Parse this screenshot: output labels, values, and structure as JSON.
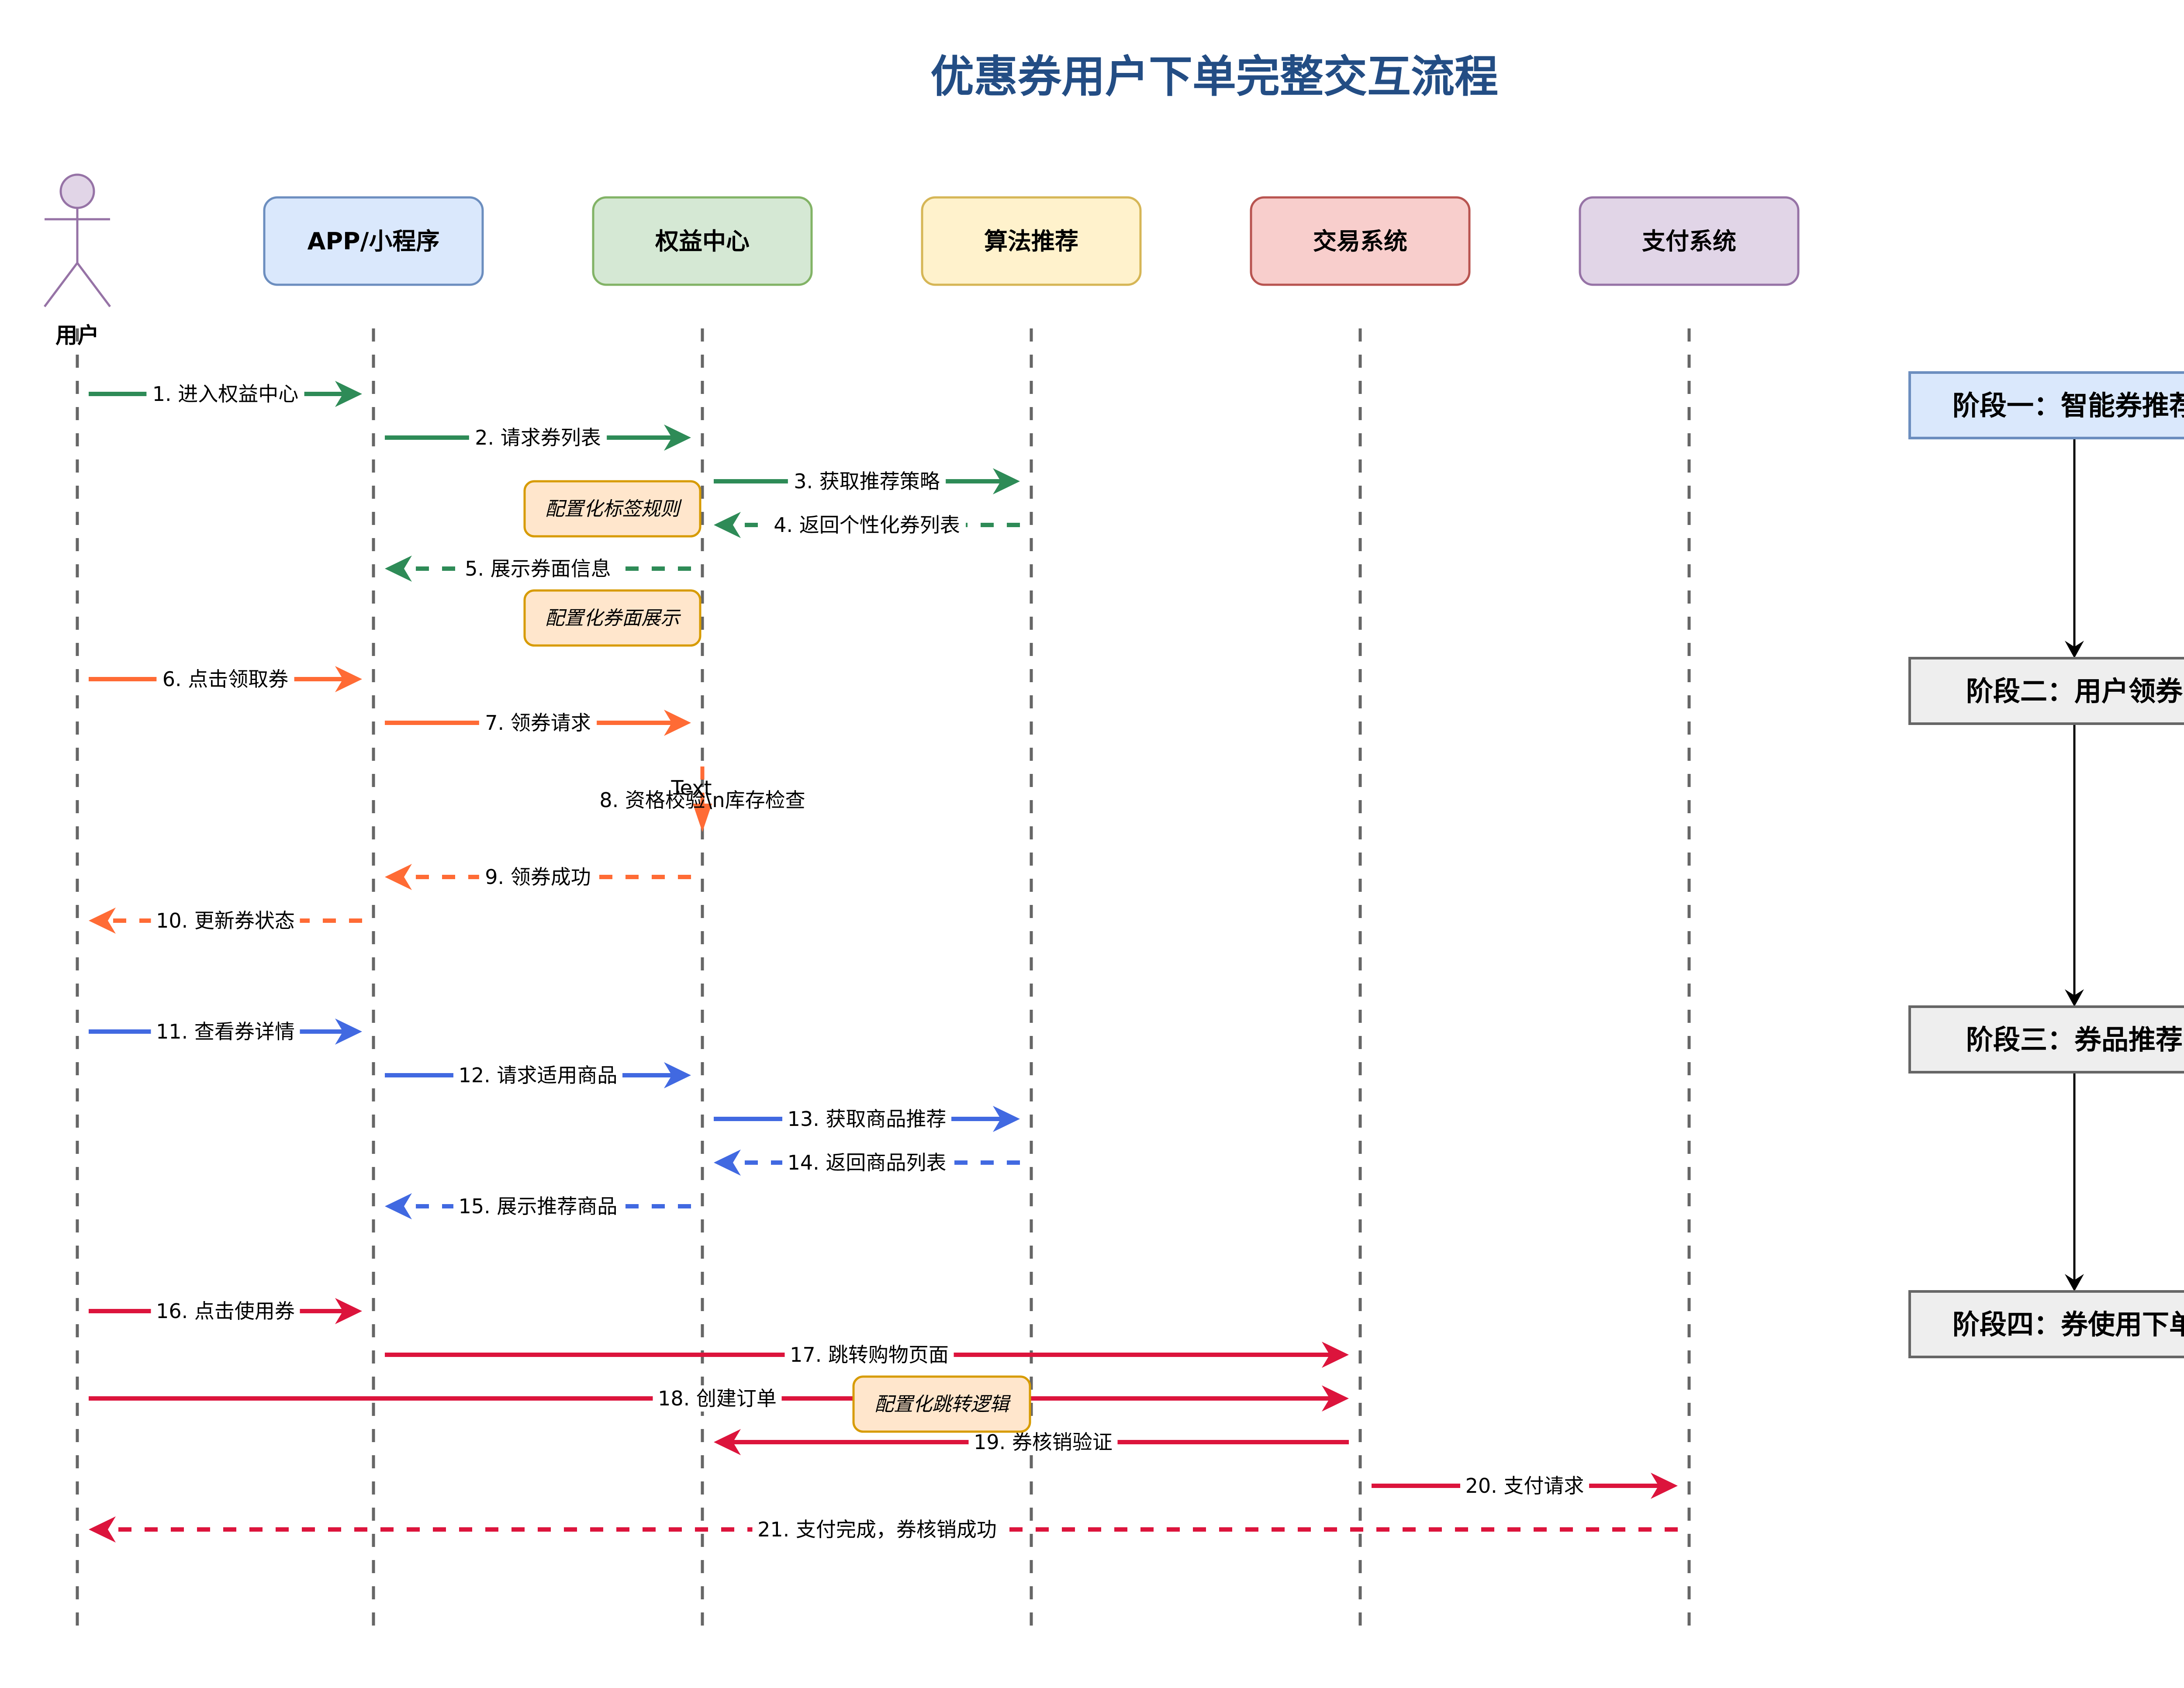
{
  "title": "优惠券用户下单完整交互流程",
  "actor": {
    "label": "用户",
    "fill": "#E1D5E7",
    "stroke": "#9673A6"
  },
  "participants": [
    {
      "label": "APP/小程序",
      "fill": "#DAE8FC",
      "stroke": "#6C8EBF"
    },
    {
      "label": "权益中心",
      "fill": "#D5E8D4",
      "stroke": "#82B366"
    },
    {
      "label": "算法推荐",
      "fill": "#FFF2CC",
      "stroke": "#D6B656"
    },
    {
      "label": "交易系统",
      "fill": "#F8CECC",
      "stroke": "#B85450"
    },
    {
      "label": "支付系统",
      "fill": "#E1D5E7",
      "stroke": "#9673A6"
    }
  ],
  "lifeline_color": "#666666",
  "phase_colors": {
    "green": "#2E8B57",
    "orange": "#FF6B35",
    "blue": "#4169E1",
    "red": "#DC143C"
  },
  "messages": [
    {
      "step": 1,
      "label": "1. 进入权益中心",
      "from": 0,
      "to": 1,
      "dashed": false,
      "color": "green"
    },
    {
      "step": 2,
      "label": "2. 请求券列表",
      "from": 1,
      "to": 2,
      "dashed": false,
      "color": "green"
    },
    {
      "step": 3,
      "label": "3. 获取推荐策略",
      "from": 2,
      "to": 3,
      "dashed": false,
      "color": "green"
    },
    {
      "step": 4,
      "label": "4. 返回个性化券列表",
      "from": 3,
      "to": 2,
      "dashed": true,
      "color": "green"
    },
    {
      "step": 5,
      "label": "5. 展示券面信息",
      "from": 2,
      "to": 1,
      "dashed": true,
      "color": "green"
    },
    {
      "step": 6,
      "label": "6. 点击领取券",
      "from": 0,
      "to": 1,
      "dashed": false,
      "color": "orange"
    },
    {
      "step": 7,
      "label": "7. 领券请求",
      "from": 1,
      "to": 2,
      "dashed": false,
      "color": "orange"
    },
    {
      "step": 8,
      "label": "8. 资格校验\\n库存检查",
      "from": 2,
      "to": 2,
      "dashed": true,
      "color": "orange",
      "self": true
    },
    {
      "step": 9,
      "label": "9. 领券成功",
      "from": 2,
      "to": 1,
      "dashed": true,
      "color": "orange"
    },
    {
      "step": 10,
      "label": "10. 更新券状态",
      "from": 1,
      "to": 0,
      "dashed": true,
      "color": "orange"
    },
    {
      "step": 11,
      "label": "11. 查看券详情",
      "from": 0,
      "to": 1,
      "dashed": false,
      "color": "blue"
    },
    {
      "step": 12,
      "label": "12. 请求适用商品",
      "from": 1,
      "to": 2,
      "dashed": false,
      "color": "blue"
    },
    {
      "step": 13,
      "label": "13. 获取商品推荐",
      "from": 2,
      "to": 3,
      "dashed": false,
      "color": "blue"
    },
    {
      "step": 14,
      "label": "14. 返回商品列表",
      "from": 3,
      "to": 2,
      "dashed": true,
      "color": "blue"
    },
    {
      "step": 15,
      "label": "15. 展示推荐商品",
      "from": 2,
      "to": 1,
      "dashed": true,
      "color": "blue"
    },
    {
      "step": 16,
      "label": "16. 点击使用券",
      "from": 0,
      "to": 1,
      "dashed": false,
      "color": "red"
    },
    {
      "step": 17,
      "label": "17. 跳转购物页面",
      "from": 1,
      "to": 4,
      "dashed": false,
      "color": "red"
    },
    {
      "step": 18,
      "label": "18. 创建订单",
      "from": 0,
      "to": 4,
      "dashed": false,
      "color": "red"
    },
    {
      "step": 19,
      "label": "19. 券核销验证",
      "from": 4,
      "to": 2,
      "dashed": false,
      "color": "red"
    },
    {
      "step": 20,
      "label": "20. 支付请求",
      "from": 4,
      "to": 5,
      "dashed": false,
      "color": "red"
    },
    {
      "step": 21,
      "label": "21. 支付完成，券核销成功",
      "from": 5,
      "to": 0,
      "dashed": true,
      "color": "red"
    }
  ],
  "stray_text": "Text",
  "notes": [
    {
      "label": "配置化标签规则",
      "fill": "#FFE6CC",
      "stroke": "#D79B00"
    },
    {
      "label": "配置化券面展示",
      "fill": "#FFE6CC",
      "stroke": "#D79B00"
    },
    {
      "label": "配置化跳转逻辑",
      "fill": "#FFE6CC",
      "stroke": "#D79B00"
    }
  ],
  "phases": [
    {
      "label": "阶段一：智能券推荐",
      "fill": "#DAE8FC",
      "stroke": "#6C8EBF"
    },
    {
      "label": "阶段二：用户领券",
      "fill": "#EEEEEE",
      "stroke": "#666666"
    },
    {
      "label": "阶段三：券品推荐",
      "fill": "#EEEEEE",
      "stroke": "#666666"
    },
    {
      "label": "阶段四：券使用下单",
      "fill": "#EEEEEE",
      "stroke": "#666666"
    }
  ],
  "phase_connector_color": "#000000"
}
